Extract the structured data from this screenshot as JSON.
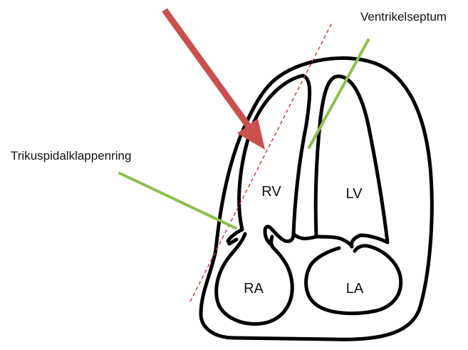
{
  "labels": {
    "ventricular_septum": "Ventrikelseptum",
    "tricuspid_annulus": "Trikuspidalklappenring",
    "rv": "RV",
    "lv": "LV",
    "ra": "RA",
    "la": "LA"
  },
  "colors": {
    "outline": "#000000",
    "arrow": "#c9504c",
    "callout_line": "#8dbf4c",
    "dashed_line": "#cc3b3b"
  }
}
